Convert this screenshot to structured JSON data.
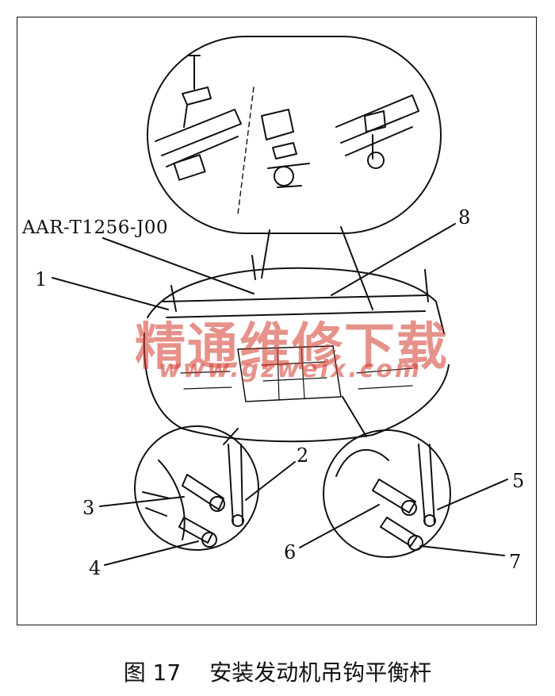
{
  "labels": {
    "tool_code": "AAR-T1256-J00",
    "l1": "1",
    "l2": "2",
    "l3": "3",
    "l4": "4",
    "l5": "5",
    "l6": "6",
    "l7": "7",
    "l8": "8"
  },
  "watermark": {
    "text": "精通维修下载",
    "url": "www.gzweix.com"
  },
  "caption": {
    "figure_no": "图 17",
    "title": "安装发动机吊钩平衡杆"
  },
  "colors": {
    "ink": "#111111",
    "watermark": "#d33a2c"
  }
}
